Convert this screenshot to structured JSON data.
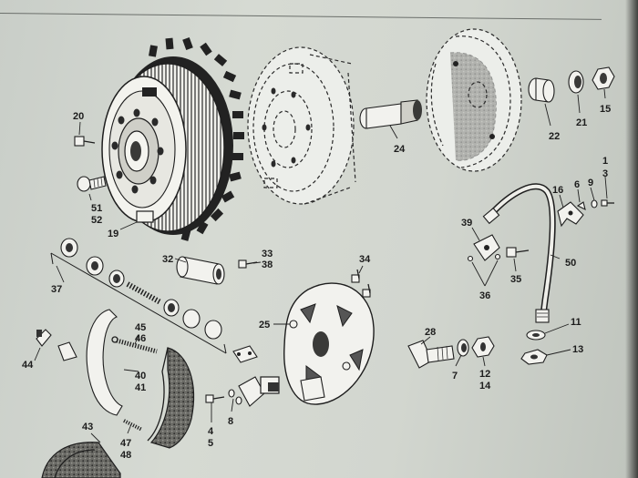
{
  "diagram": {
    "callouts": [
      {
        "id": "c20",
        "text": "20"
      },
      {
        "id": "c51",
        "text": "51"
      },
      {
        "id": "c52",
        "text": "52"
      },
      {
        "id": "c19",
        "text": "19"
      },
      {
        "id": "c24",
        "text": "24"
      },
      {
        "id": "c22",
        "text": "22"
      },
      {
        "id": "c21",
        "text": "21"
      },
      {
        "id": "c15",
        "text": "15"
      },
      {
        "id": "c1",
        "text": "1"
      },
      {
        "id": "c3",
        "text": "3"
      },
      {
        "id": "c9",
        "text": "9"
      },
      {
        "id": "c6",
        "text": "6"
      },
      {
        "id": "c16",
        "text": "16"
      },
      {
        "id": "c39",
        "text": "39"
      },
      {
        "id": "c50",
        "text": "50"
      },
      {
        "id": "c35",
        "text": "35"
      },
      {
        "id": "c36",
        "text": "36"
      },
      {
        "id": "c32",
        "text": "32"
      },
      {
        "id": "c33",
        "text": "33"
      },
      {
        "id": "c38",
        "text": "38"
      },
      {
        "id": "c34",
        "text": "34"
      },
      {
        "id": "c37",
        "text": "37"
      },
      {
        "id": "c25",
        "text": "25"
      },
      {
        "id": "c45",
        "text": "45"
      },
      {
        "id": "c46",
        "text": "46"
      },
      {
        "id": "c44",
        "text": "44"
      },
      {
        "id": "c40",
        "text": "40"
      },
      {
        "id": "c41",
        "text": "41"
      },
      {
        "id": "c28",
        "text": "28"
      },
      {
        "id": "c7",
        "text": "7"
      },
      {
        "id": "c12",
        "text": "12"
      },
      {
        "id": "c14",
        "text": "14"
      },
      {
        "id": "c11",
        "text": "11"
      },
      {
        "id": "c13",
        "text": "13"
      },
      {
        "id": "c8",
        "text": "8"
      },
      {
        "id": "c4",
        "text": "4"
      },
      {
        "id": "c5",
        "text": "5"
      },
      {
        "id": "c47",
        "text": "47"
      },
      {
        "id": "c48",
        "text": "48"
      },
      {
        "id": "c43",
        "text": "43"
      }
    ]
  }
}
